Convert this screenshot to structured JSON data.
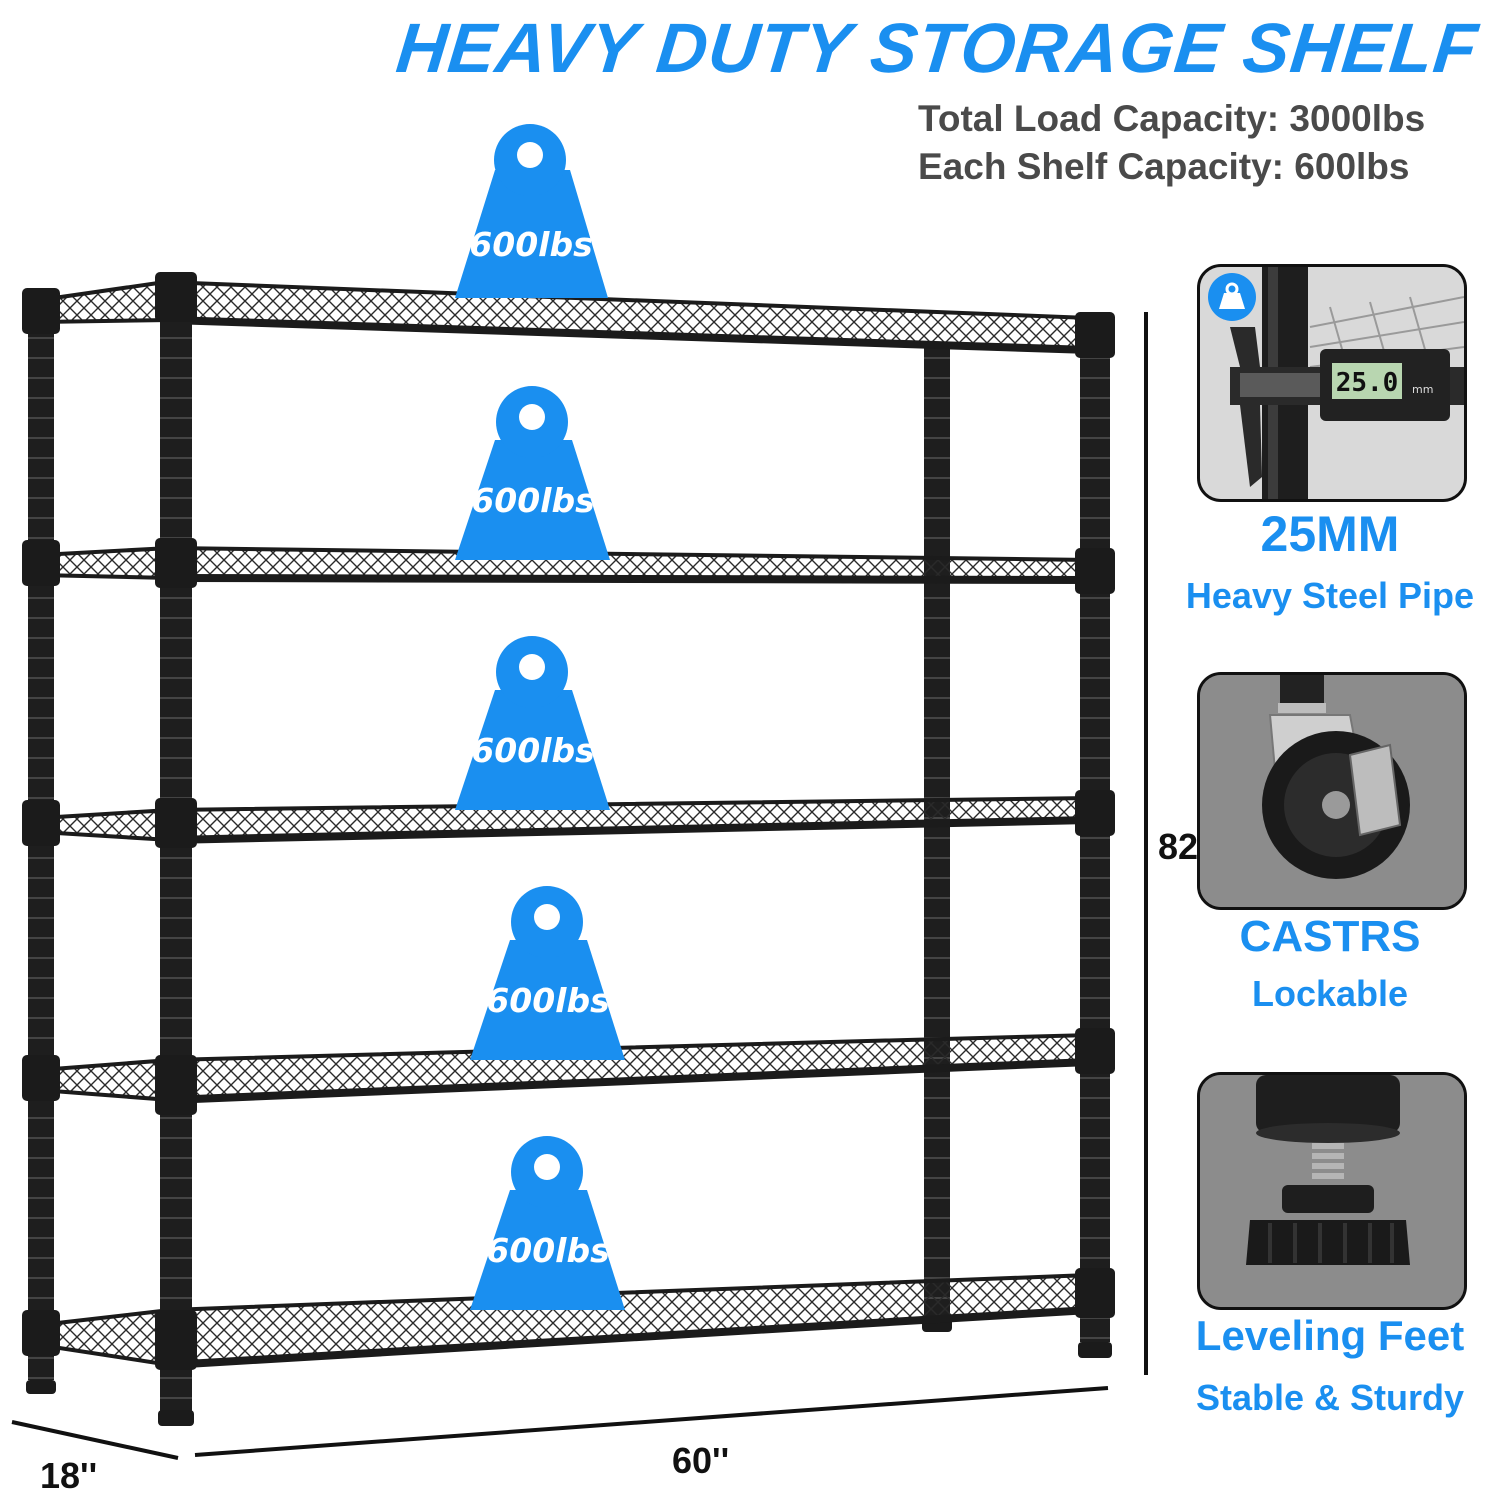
{
  "title": "HEAVY DUTY STORAGE SHELF",
  "capacity": {
    "total": "Total Load Capacity: 3000lbs",
    "each": "Each Shelf Capacity: 600lbs"
  },
  "shelf_weights": [
    "600lbs",
    "600lbs",
    "600lbs",
    "600lbs",
    "600lbs"
  ],
  "caliper_reading": "25.0",
  "caliper_unit": "mm",
  "features": [
    {
      "heading": "25MM",
      "subheading": "Heavy Steel Pipe",
      "icon": "caliper-pipe-photo"
    },
    {
      "heading": "CASTRS",
      "subheading": "Lockable",
      "icon": "caster-wheel-photo"
    },
    {
      "heading": "Leveling Feet",
      "subheading": "Stable & Sturdy",
      "icon": "leveling-foot-photo"
    }
  ],
  "dimensions": {
    "height": "82''",
    "width": "60''",
    "depth": "18''"
  },
  "colors": {
    "accent": "#1a8ff0",
    "frame": "#1b1b1b",
    "text_gray": "#4a4a4a"
  }
}
